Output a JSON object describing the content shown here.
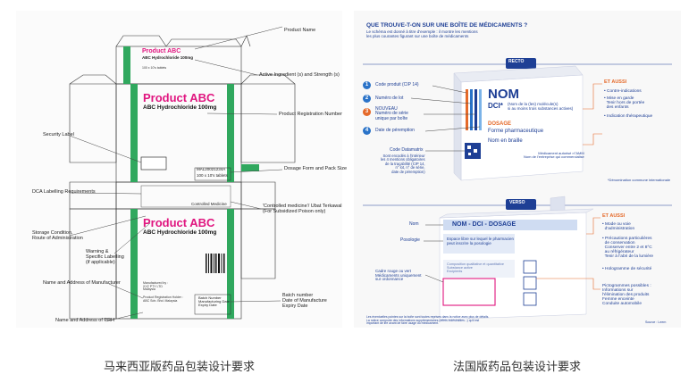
{
  "left": {
    "box": {
      "top_name": "Product ABC",
      "top_ingredient": "ABC Hydrochloride 100mg",
      "top_pack": "100 x 10's tablets",
      "main_name": "Product ABC",
      "main_ingredient": "ABC Hydrochloride 100mg",
      "mal_no": "MAL20021234A",
      "pack_size": "100 x 10's tablets",
      "controlled": "Controlled Medicine",
      "back_name": "Product ABC",
      "back_ingredient": "ABC Hydrochloride 100mg",
      "manufacturer": "Manufactured by :\nXYZ PTY LTD\nMalaysia",
      "prh": "Product Registration Holder :\nABC Sdn. Bhd. Malaysia",
      "batch": "Batch Number\nManufacturing Date\nExpiry Date"
    },
    "labels": {
      "product_name": "Product Name",
      "active_ingredient": "Active Ingredient (s) and Strength (s)",
      "registration_number": "Product Registration Number",
      "security_label": "Security Label",
      "dosage_form": "Dosage Form and Pack Size",
      "dca": "DCA Labelling Requirements",
      "controlled_label": "'Controlled medicine'/ Ubat Terkawal\n(For Subsidized Poison only)",
      "storage": "Storage Condition,\nRoute of Administration",
      "warning": "Warning &\nSpecific Labelling\n(if applicable)",
      "manufacturer_label": "Name and Address of Manufacturer",
      "batch_label": "Batch number\nDate of Manufacture\nExpiry Date",
      "prh_label": "Name and Address of PRH"
    },
    "caption": "马来西亚版药品包装设计要求"
  },
  "right": {
    "title": "QUE TROUVE-T-ON SUR UNE BOÎTE DE MÉDICAMENTS ?",
    "subtitle": "Le schéma est donné à titre d'exemple : il montre les mentions\nles plus courantes figurant sur une boîte de médicaments",
    "recto_badge": "RECTO",
    "verso_badge": "VERSO",
    "recto_items": [
      {
        "n": "1",
        "text": "Code produit (CIP 14)"
      },
      {
        "n": "2",
        "text": "Numéro de lot"
      },
      {
        "n": "3",
        "text": "NOUVEAU\nNuméro de série\nunique par boîte"
      },
      {
        "n": "4",
        "text": "Date de péremption"
      }
    ],
    "datamatrix": "Code Datamatrix",
    "datamatrix_desc": "Sont encodés à l'intérieur\nles 4 mentions obligatoires\nde la traçabilité (CIP 14,\nn° lot, n° de série,\ndate de péremption)",
    "box_front": {
      "nom": "NOM",
      "dci": "DCI*",
      "dci_note": "(Nom de la (les) molécule(s)\nsi au moins trois substances actives)",
      "dosage": "DOSAGE",
      "forme": "Forme pharmaceutique",
      "braille": "Nom en braille",
      "amm": "Médicament autorisé n°AMM\nNom de l'entreprise qui commercialise"
    },
    "recto_aussi_title": "ET AUSSI",
    "recto_aussi": [
      "• Contre-indications",
      "• Mise en garde\n  Tenir hors de portée\n  des enfants",
      "• Indication thérapeutique"
    ],
    "dci_footnote": "*Dénomination commune internationale",
    "verso_labels": {
      "nom": "Nom",
      "posologie": "Posologie",
      "cadre": "Cadre rouge ou vert\nMédicaments uniquement\nsur ordonnance"
    },
    "box_back": {
      "title": "NOM - DCI - DOSAGE",
      "posologie_space": "Espace libre sur lequel le pharmacien\npeut inscrire la posologie",
      "composition": "Composition qualitative et quantitative\nSubstance active\nExcipients"
    },
    "verso_aussi_title": "ET AUSSI",
    "verso_aussi": [
      "• Mode ou voie\n  d'administration",
      "• Précautions particulières\n  de conservation\n  Conserver entre 2 et 8°C\n  au réfrigérateur\n  Tenir à l'abri de la lumière",
      "• Hologramme de sécurité"
    ],
    "pictogrammes": "Pictogrammes possibles :\nInformations sur\nl'élimination des produits\nFemme enceinte\nConduite automobile",
    "bottom_note": "Les éventuelles pointes sur la boîte sont toutes reprises dans la notice avec plus de détails.\nLa notice comporte des informations supplémentaires (effets indésirables...) qu'il est\nimportant de lire avant de faire usage du médicament.",
    "source": "Source : Leem",
    "caption": "法国版药品包装设计要求"
  },
  "colors": {
    "magenta": "#e0157f",
    "green": "#30a85e",
    "blue": "#1e3f95",
    "orange": "#e56a2a"
  }
}
